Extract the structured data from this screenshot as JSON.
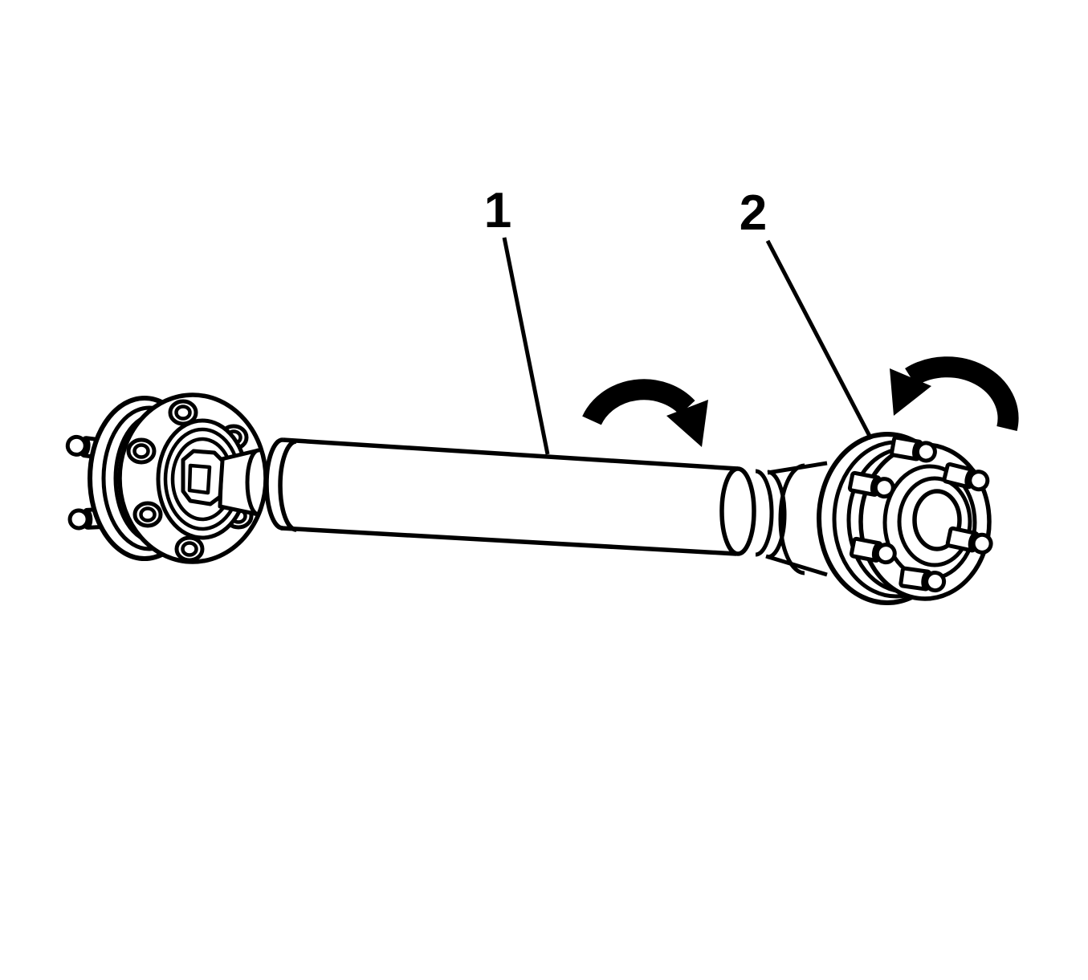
{
  "figure": {
    "type": "technical-line-illustration",
    "subject": "propeller shaft assembly with rotation arrows",
    "colors": {
      "background": "#ffffff",
      "line": "#000000"
    },
    "callouts": [
      {
        "label": "1",
        "points_to": "propeller-shaft-tube"
      },
      {
        "label": "2",
        "points_to": "front-flange"
      }
    ],
    "arrows": [
      {
        "name": "rotation-arrow-middle",
        "direction": "clockwise"
      },
      {
        "name": "rotation-arrow-front-flange",
        "direction": "counterclockwise"
      }
    ]
  }
}
